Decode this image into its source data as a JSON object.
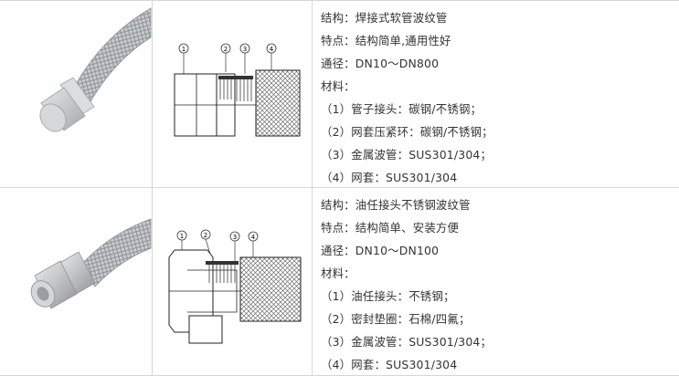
{
  "products": [
    {
      "structure_label": "结构：",
      "structure_value": "焊接式软管波纹管",
      "feature_label": "特点：",
      "feature_value": "结构简单,通用性好",
      "diameter_label": "通径：",
      "diameter_value": "DN10～DN800",
      "material_label": "材料：",
      "materials": [
        {
          "num": "（1）",
          "name": "管子接头：",
          "value": "碳钢/不锈钢；"
        },
        {
          "num": "（2）",
          "name": "网套压紧环：",
          "value": "碳钢/不锈钢；"
        },
        {
          "num": "（3）",
          "name": "金属波管：",
          "value": "SUS301/304；"
        },
        {
          "num": "（4）",
          "name": "网套：",
          "value": "SUS301/304"
        }
      ],
      "callouts": [
        "①",
        "②",
        "③",
        "④"
      ]
    },
    {
      "structure_label": "结构：",
      "structure_value": "油任接头不锈钢波纹管",
      "feature_label": "特点：",
      "feature_value": "结构简单、安装方便",
      "diameter_label": "通径：",
      "diameter_value": "DN10～DN100",
      "material_label": "材料：",
      "materials": [
        {
          "num": "（1）",
          "name": "油任接头：",
          "value": "不锈钢；"
        },
        {
          "num": "（2）",
          "name": "密封垫圈：",
          "value": "石棉/四氟；"
        },
        {
          "num": "（3）",
          "name": "金属波管：",
          "value": "SUS301/304；"
        },
        {
          "num": "（4）",
          "name": "网套：",
          "value": "SUS301/304"
        }
      ],
      "callouts": [
        "①",
        "②",
        "③",
        "④"
      ]
    }
  ]
}
